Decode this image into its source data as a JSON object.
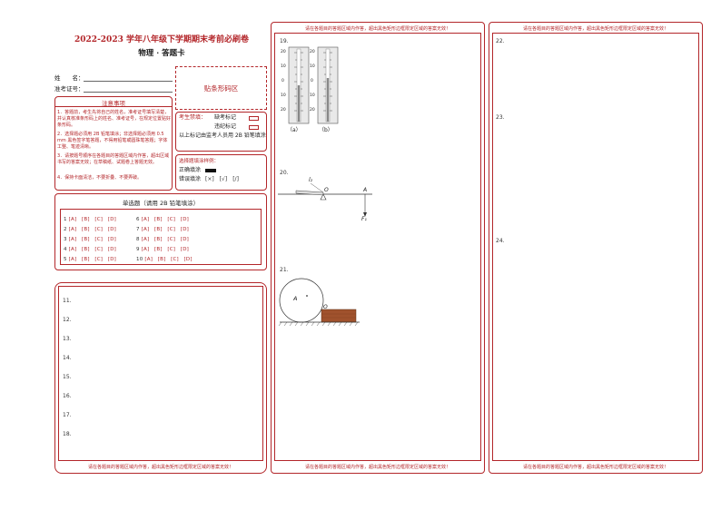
{
  "header": {
    "title": "2022-2023 学年八年级下学期期末考前必刷卷",
    "subtitle": "物理 · 答题卡"
  },
  "student": {
    "name_label": "姓　　名：",
    "id_label": "准考证号："
  },
  "barcode": {
    "label": "贴条形码区"
  },
  "notice": {
    "title": "注意事项",
    "items": [
      "1．答题前，考生先将自己的姓名，准考证号填写清楚，并认真核准条形码上的姓名、准考证号，在规定位置贴好条形码。",
      "2．选择题必须用 2B 铅笔填涂；非选择题必须用 0.5 mm 黑色签字笔答题，不得用铅笔或圆珠笔答题；字体工整、笔迹清晰。",
      "3．请按题号顺序在各题目的答题区域内作答，超出区域书写的答案无效；在草稿纸、试题卷上答题无效。",
      "4．保持卡面清洁，不要折叠、不要弄破。"
    ]
  },
  "exam_status": {
    "label": "考生禁填：",
    "absent": "缺考标记",
    "violation": "违纪标记",
    "note": "以上标记由监考人员用 2B 铅笔填涂"
  },
  "fill_example": {
    "title": "选择题填涂样例：",
    "correct": "正确填涂",
    "wrong": "错误填涂",
    "wrong_marks": "[×]　[√]　[/]"
  },
  "mc": {
    "title": "单选题（请用 2B 铅笔填涂）",
    "options": "[A]　[B]　[C]　[D]",
    "left_numbers": [
      "1",
      "2",
      "3",
      "4",
      "5"
    ],
    "right_numbers": [
      "6",
      "7",
      "8",
      "9",
      "10"
    ]
  },
  "fill_questions": [
    "11.",
    "12.",
    "13.",
    "14.",
    "15.",
    "16.",
    "17.",
    "18."
  ],
  "warning": "请在各题目的答题区域内作答，超出黑色矩形边框限定区域的答案无效！",
  "q19": {
    "num": "19.",
    "ticks": [
      "20",
      "10",
      "0",
      "10",
      "20"
    ],
    "caption_a": "（a）",
    "caption_b": "（b）"
  },
  "q20": {
    "num": "20.",
    "label_l2": "l₂",
    "label_o": "O",
    "label_a": "A",
    "label_f1": "F₁"
  },
  "q21": {
    "num": "21.",
    "label_a": "A",
    "label_o": "O"
  },
  "right_questions": [
    "22.",
    "23.",
    "24."
  ]
}
